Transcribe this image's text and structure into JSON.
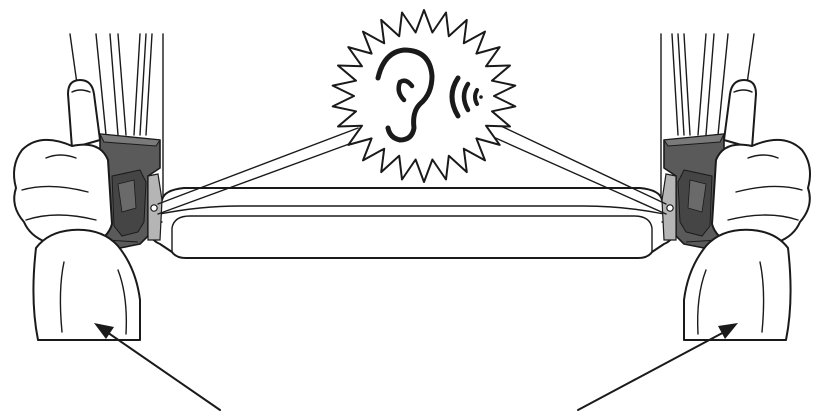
{
  "figure": {
    "depicts": [
      "hands",
      "latches",
      "lower-panel",
      "click-sound"
    ],
    "colors": {
      "line": "#1a1a1a",
      "latch_dark": "#5a5a5a",
      "latch_mid": "#7a7a7a",
      "latch_light": "#b5b5b5",
      "background": "#ffffff"
    },
    "icons": [
      "ear-icon",
      "sound-waves-icon",
      "arrow-icon"
    ]
  }
}
